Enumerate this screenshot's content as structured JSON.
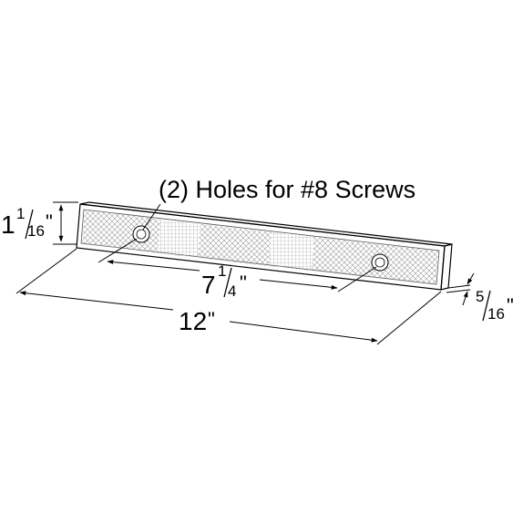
{
  "callout": {
    "text": "(2) Holes for #8 Screws"
  },
  "dimensions": {
    "height": {
      "whole": "1",
      "num": "1",
      "den": "16",
      "unit": "\""
    },
    "hole_spacing": {
      "whole": "7",
      "num": "1",
      "den": "4",
      "unit": "\""
    },
    "length": {
      "whole": "12",
      "unit": "\""
    },
    "thickness": {
      "num": "5",
      "den": "16",
      "unit": "\""
    }
  }
}
